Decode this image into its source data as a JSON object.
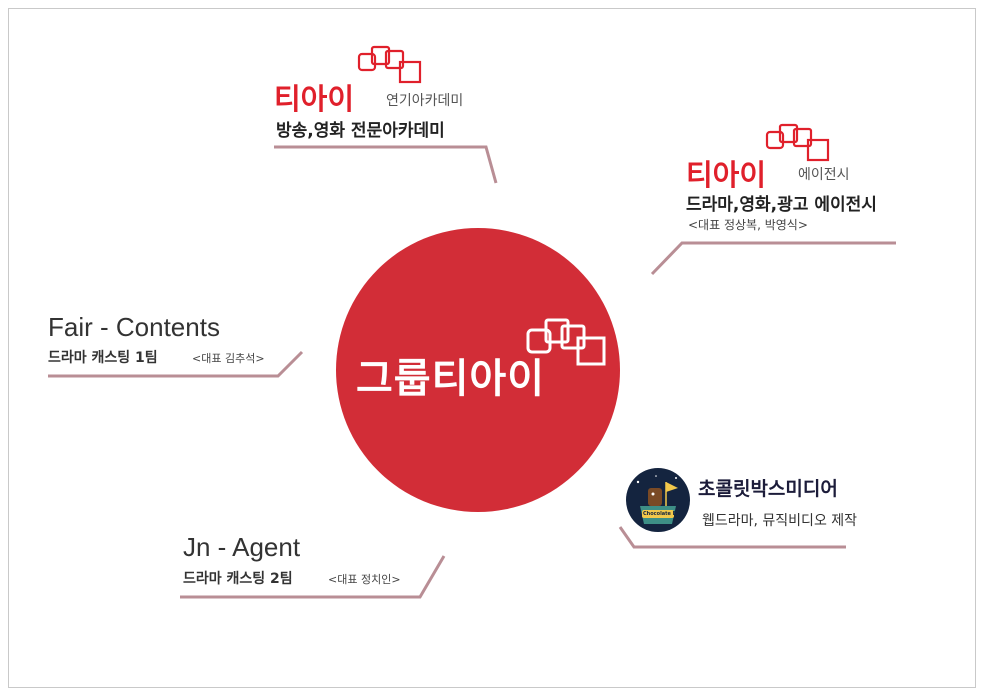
{
  "center": {
    "name": "그룹티아이"
  },
  "academy": {
    "brand": "티아이",
    "brand_sub": "연기아카데미",
    "desc": "방송,영화 전문아카데미"
  },
  "agency": {
    "brand": "티아이",
    "brand_sub": "에이전시",
    "desc": "드라마,영화,광고 에이전시",
    "rep": "<대표 정상복, 박영식>"
  },
  "fair": {
    "name": "Fair - Contents",
    "desc": "드라마 캐스팅 1팀",
    "rep": "<대표 김추석>"
  },
  "jn": {
    "name": "Jn - Agent",
    "desc": "드라마 캐스팅 2팀",
    "rep": "<대표 정치인>"
  },
  "choco": {
    "name": "초콜릿박스미디어",
    "desc": "웹드라마, 뮤직비디오 제작",
    "logo_text": "Chocolate Box"
  },
  "colors": {
    "red": "#d22d37",
    "brand_red": "#e0202b",
    "line": "#b98e95"
  }
}
